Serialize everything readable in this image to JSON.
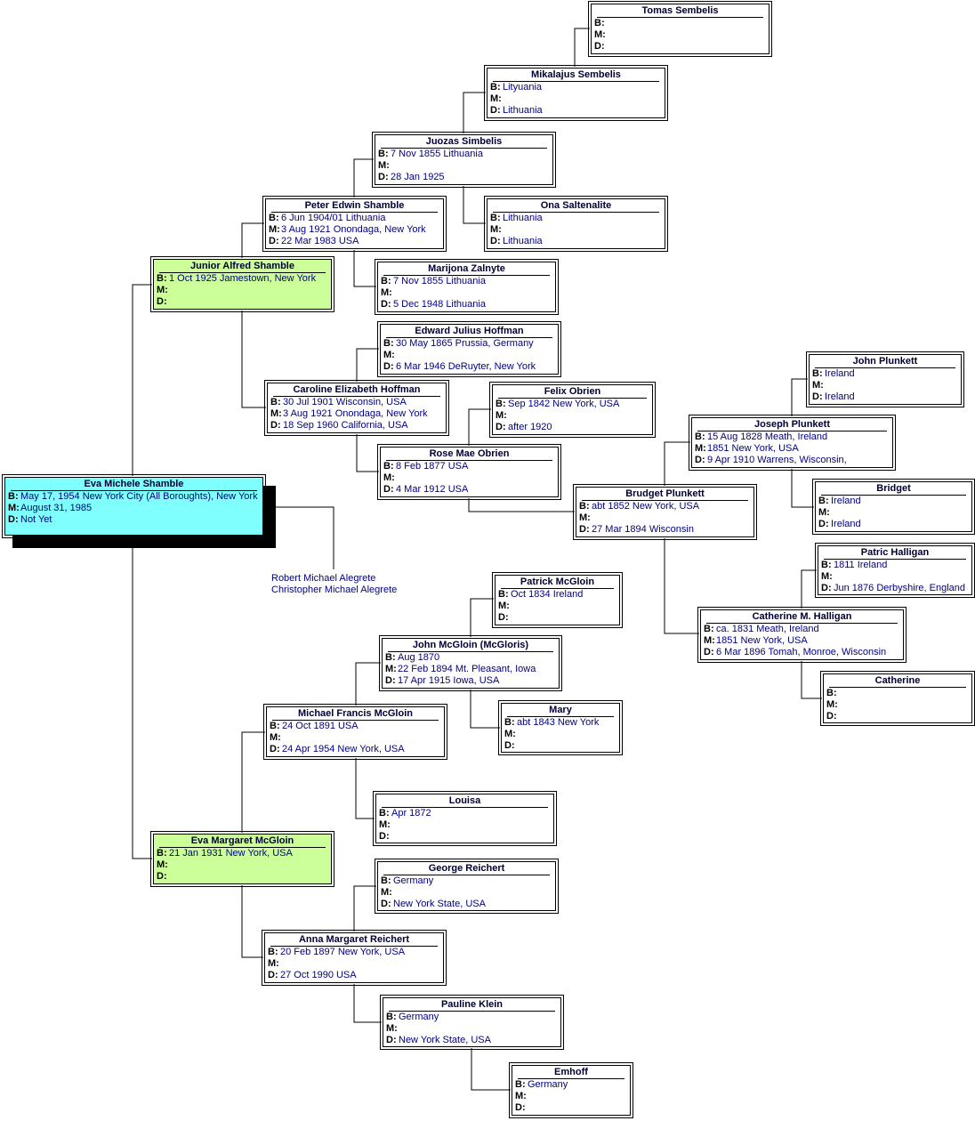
{
  "root": {
    "name": "Eva Michele Shamble",
    "b": "May 17, 1954 New York City (All Boroughts), New York",
    "m": "August 31, 1985",
    "d": "Not Yet"
  },
  "spouses": [
    "Robert Michael Alegrete",
    "Christopher Michael Alegrete"
  ],
  "p_father": {
    "name": "Junior Alfred Shamble",
    "b": "1 Oct 1925 Jamestown, New York",
    "m": "",
    "d": ""
  },
  "p_mother": {
    "name": "Eva Margaret McGloin",
    "b": "21 Jan 1931 New York, USA",
    "m": "",
    "d": ""
  },
  "peter": {
    "name": "Peter Edwin Shamble",
    "b": "6 Jun 1904/01 Lithuania",
    "m": "3 Aug 1921 Onondaga, New York",
    "d": "22 Mar 1983 USA"
  },
  "caroline": {
    "name": "Caroline Elizabeth Hoffman",
    "b": "30 Jul 1901 Wisconsin, USA",
    "m": "3 Aug 1921 Onondaga, New York",
    "d": "18 Sep 1960 California, USA"
  },
  "michael": {
    "name": "Michael Francis McGloin",
    "b": "24 Oct 1891 USA",
    "m": "",
    "d": "24 Apr 1954 New York, USA"
  },
  "anna": {
    "name": "Anna Margaret Reichert",
    "b": "20 Feb 1897 New York, USA",
    "m": "",
    "d": "27 Oct 1990 USA"
  },
  "juozas": {
    "name": "Juozas Simbelis",
    "b": "7 Nov 1855 Lithuania",
    "m": "",
    "d": "28 Jan 1925"
  },
  "marijona": {
    "name": "Marijona Zalnyte",
    "b": "7 Nov 1855 Lithuania",
    "m": "",
    "d": "5 Dec 1948 Lithuania"
  },
  "edward": {
    "name": "Edward Julius Hoffman",
    "b": "30 May 1865 Prussia, Germany",
    "m": "",
    "d": "6 Mar 1946 DeRuyter, New York"
  },
  "rose": {
    "name": "Rose Mae Obrien",
    "b": "8 Feb 1877 USA",
    "m": "",
    "d": "4 Mar 1912 USA"
  },
  "john_mcg": {
    "name": "John McGloin (McGloris)",
    "b": "Aug 1870",
    "m": "22 Feb 1894 Mt. Pleasant, Iowa",
    "d": "17 Apr 1915 Iowa, USA"
  },
  "louisa": {
    "name": "Louisa",
    "b": "Apr 1872",
    "m": "",
    "d": ""
  },
  "george": {
    "name": "George Reichert",
    "b": "Germany",
    "m": "",
    "d": "New York State, USA"
  },
  "pauline": {
    "name": "Pauline Klein",
    "b": "Germany",
    "m": "",
    "d": "New York State, USA"
  },
  "mikalajus": {
    "name": "Mikalajus Sembelis",
    "b": "Lityuania",
    "m": "",
    "d": "Lithuania"
  },
  "ona": {
    "name": "Ona Saltenalite",
    "b": "Lithuania",
    "m": "",
    "d": "Lithuania"
  },
  "felix": {
    "name": "Felix Obrien",
    "b": "Sep 1842 New York, USA",
    "m": "",
    "d": "after 1920"
  },
  "brudget": {
    "name": "Brudget Plunkett",
    "b": "abt 1852 New York, USA",
    "m": "",
    "d": "27 Mar 1894 Wisconsin"
  },
  "patrick": {
    "name": "Patrick McGloin",
    "b": "Oct 1834 Ireland",
    "m": "",
    "d": ""
  },
  "mary": {
    "name": "Mary",
    "b": "abt 1843 New York",
    "m": "",
    "d": ""
  },
  "emhoff": {
    "name": "Emhoff",
    "b": "Germany",
    "m": "",
    "d": ""
  },
  "tomas": {
    "name": "Tomas Sembelis",
    "b": "",
    "m": "",
    "d": ""
  },
  "joseph": {
    "name": "Joseph Plunkett",
    "b": "15 Aug 1828 Meath, Ireland",
    "m": "1851 New York, USA",
    "d": "9 Apr 1910 Warrens, Wisconsin,"
  },
  "catherine_h": {
    "name": "Catherine M. Halligan",
    "b": "ca. 1831 Meath, Ireland",
    "m": "1851 New York, USA",
    "d": "6 Mar 1896 Tomah, Monroe, Wisconsin"
  },
  "john_p": {
    "name": "John Plunkett",
    "b": "Ireland",
    "m": "",
    "d": "Ireland"
  },
  "bridget": {
    "name": "Bridget",
    "b": "Ireland",
    "m": "",
    "d": "Ireland"
  },
  "patric_h": {
    "name": "Patric Halligan",
    "b": "1811 Ireland",
    "m": "",
    "d": "Jun 1876 Derbyshire, England"
  },
  "catherine": {
    "name": "Catherine",
    "b": "",
    "m": "",
    "d": ""
  },
  "labels": {
    "b": "B:",
    "m": "M:",
    "d": "D:"
  },
  "colors": {
    "root": "#80ffff",
    "parent": "#ccff99",
    "box": "#ffffff",
    "text": "#000080"
  }
}
